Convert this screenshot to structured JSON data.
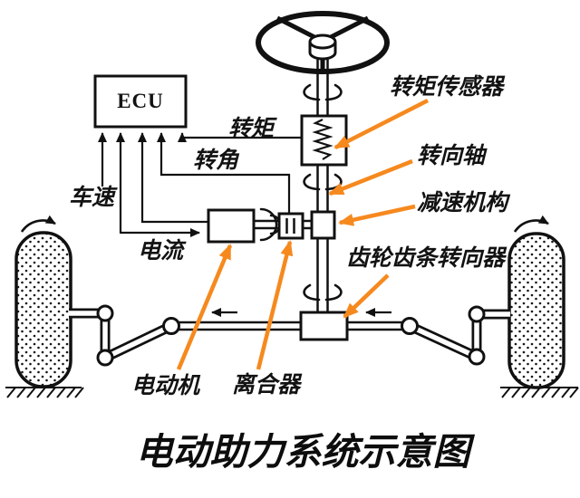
{
  "diagram": {
    "title": "电动助力系统示意图",
    "labels": {
      "ecu": "ECU",
      "torque": "转矩",
      "steering_angle": "转角",
      "vehicle_speed": "车速",
      "current": "电流",
      "torque_sensor": "转矩传感器",
      "steering_shaft": "转向轴",
      "reduction_mechanism": "减速机构",
      "rack_pinion_steering_gear": "齿轮齿条转向器",
      "motor": "电动机",
      "clutch": "离合器"
    },
    "colors": {
      "line": "#111111",
      "callout_arrow": "#f6891e",
      "background": "#ffffff"
    }
  }
}
